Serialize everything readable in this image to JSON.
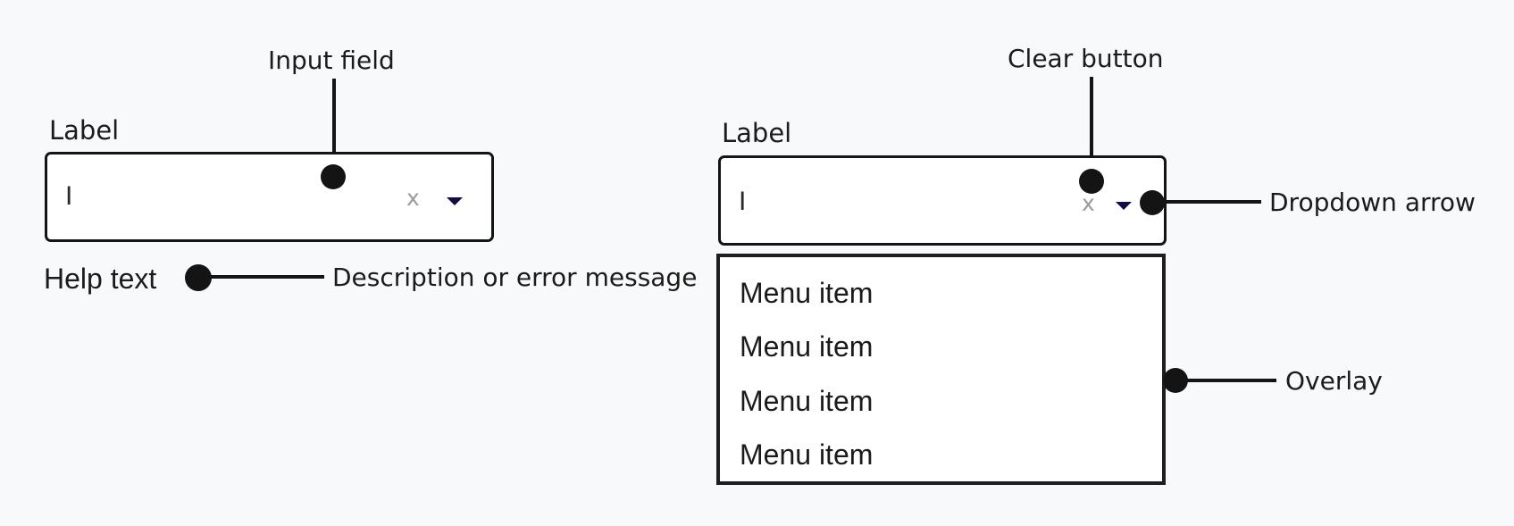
{
  "left": {
    "annotation_input_field": "Input field",
    "label": "Label",
    "input_value": "I",
    "clear_symbol": "x",
    "help_text": "Help text",
    "annotation_help": "Description or error message"
  },
  "right": {
    "annotation_clear_button": "Clear button",
    "label": "Label",
    "input_value": "I",
    "clear_symbol": "x",
    "annotation_dropdown_arrow": "Dropdown arrow",
    "annotation_overlay": "Overlay",
    "menu_items": [
      "Menu item",
      "Menu item",
      "Menu item",
      "Menu item"
    ]
  },
  "colors": {
    "background": "#f8f9fb",
    "border": "#141414",
    "caret": "#0f0c48",
    "clear_x": "#9a9a9a"
  },
  "icons": [
    "clear-icon",
    "dropdown-arrow-icon"
  ]
}
